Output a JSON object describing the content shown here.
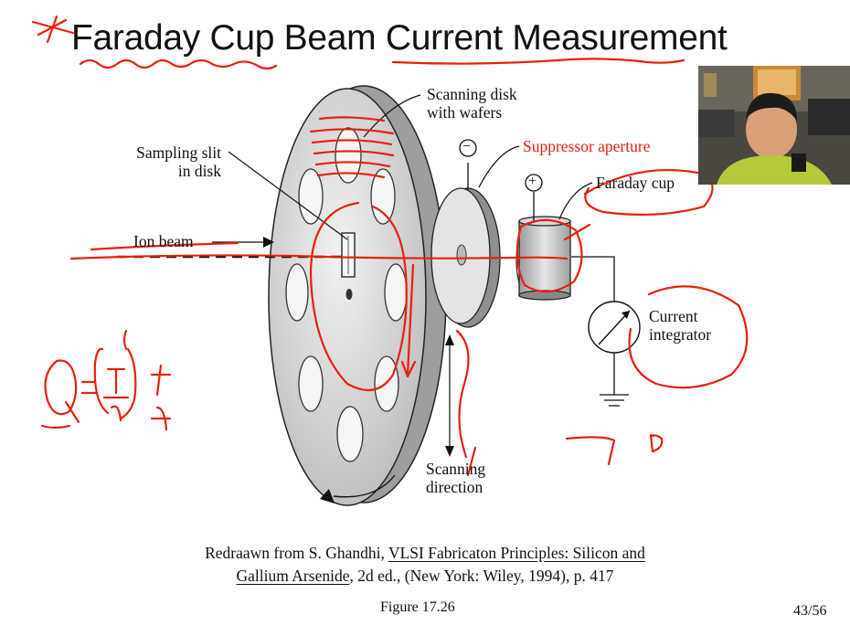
{
  "slide": {
    "title": "Faraday Cup Beam Current Measurement",
    "page": "43/56",
    "figure_label": "Figure 17.26"
  },
  "labels": {
    "scanning_disk": [
      "Scanning disk",
      "with wafers"
    ],
    "sampling_slit": [
      "Sampling slit",
      "in disk"
    ],
    "ion_beam": "Ion beam",
    "suppressor_aperture": "Suppressor aperture",
    "faraday_cup": "Faraday cup",
    "current_integrator": [
      "Current",
      "integrator"
    ],
    "scanning_direction": [
      "Scanning",
      "direction"
    ],
    "minus_sign": "−",
    "plus_sign": "+"
  },
  "citation": {
    "line1_prefix": "Redraawn from S. Ghandhi, ",
    "line1_book": "VLSI Fabricaton Principles: Silicon and",
    "line2_book": "Gallium Arsenide",
    "line2_suffix": ", 2d ed., (New York: Wiley, 1994), p. 417"
  },
  "colors": {
    "annotation_red": "#e8200c",
    "disk_gray": "#d9d9d9",
    "label_red": "#e8200c",
    "webcam_shirt": "#b5c93a"
  }
}
